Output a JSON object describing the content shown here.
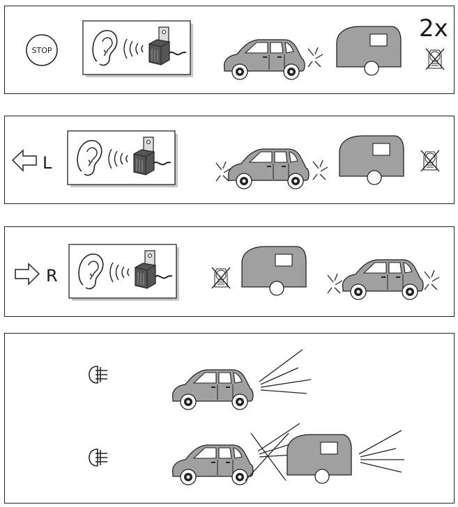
{
  "diagram": {
    "panels": [
      {
        "id": "stop",
        "indicator": "STOP",
        "repeat_label": "2x",
        "icon": "stop-sign-icon",
        "signal": "buzzer-icon",
        "vehicle_lights": "all-flashing",
        "trailer_lamp": "off"
      },
      {
        "id": "left",
        "indicator": "L",
        "icon": "arrow-left-icon",
        "signal": "buzzer-icon",
        "vehicle_lights": "left-flashing",
        "trailer_lamp": "off"
      },
      {
        "id": "right",
        "indicator": "R",
        "icon": "arrow-right-icon",
        "signal": "buzzer-icon",
        "vehicle_lights": "right-flashing",
        "trailer_lamp": "off"
      },
      {
        "id": "fog",
        "icon": "rear-fog-lamp-icon",
        "rows": [
          "car-without-trailer",
          "car-with-trailer"
        ]
      }
    ]
  }
}
